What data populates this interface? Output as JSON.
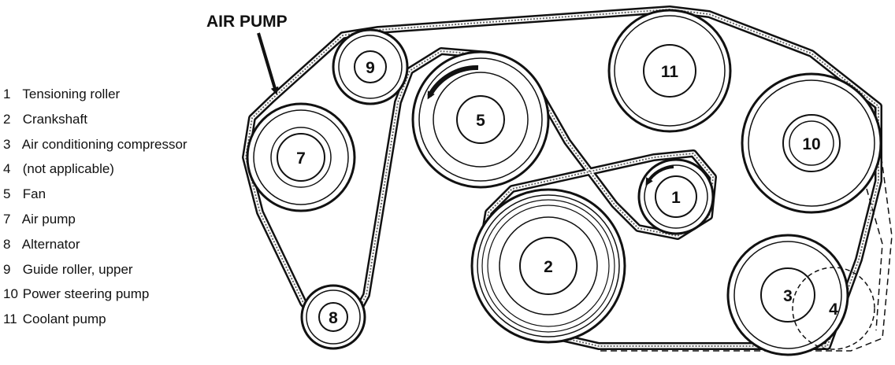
{
  "title": "AIR PUMP",
  "legend": [
    {
      "num": "1",
      "text": "Tensioning roller"
    },
    {
      "num": "2",
      "text": "Crankshaft"
    },
    {
      "num": "3",
      "text": "Air conditioning compressor"
    },
    {
      "num": "4",
      "text": "(not applicable)"
    },
    {
      "num": "5",
      "text": "Fan"
    },
    {
      "num": "7",
      "text": "Air pump"
    },
    {
      "num": "8",
      "text": "Alternator"
    },
    {
      "num": "9",
      "text": "Guide roller, upper"
    },
    {
      "num": "10",
      "text": "Power steering pump"
    },
    {
      "num": "11",
      "text": "Coolant pump"
    }
  ],
  "pulleys": {
    "p1": "1",
    "p2": "2",
    "p3": "3",
    "p4": "4",
    "p5": "5",
    "p7": "7",
    "p8": "8",
    "p9": "9",
    "p10": "10",
    "p11": "11"
  },
  "colors": {
    "ink": "#111111",
    "belt": "#666666"
  }
}
